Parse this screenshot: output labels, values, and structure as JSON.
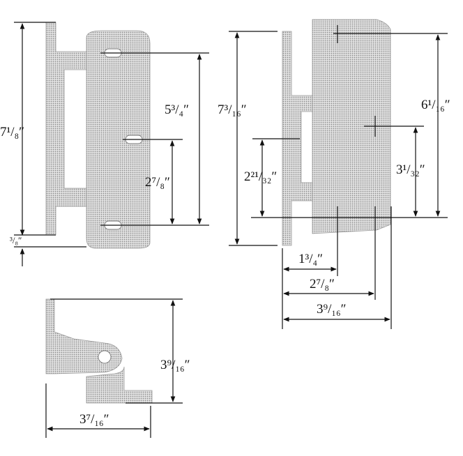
{
  "figure": {
    "background": "#ffffff",
    "part_color": "#bdbdbd",
    "line_color": "#111111"
  },
  "labels": {
    "hinge_height": "7¹/₈″",
    "slot_spacing_long": "5³/₄″",
    "slot_spacing_short": "2⁷/₈″",
    "bottom_offset": "³/₈″",
    "leaf_height": "7³/₁₆″",
    "leaf_inner_height": "6¹/₁₆″",
    "tab_offset": "2²¹/₃₂″",
    "mark_offset": "3¹/₃₂″",
    "width_a": "1³/₄″",
    "width_b": "2⁷/₈″",
    "width_c": "3⁹/₁₆″",
    "side_height": "3⁹/₁₆″",
    "side_width": "3⁷/₁₆″"
  }
}
